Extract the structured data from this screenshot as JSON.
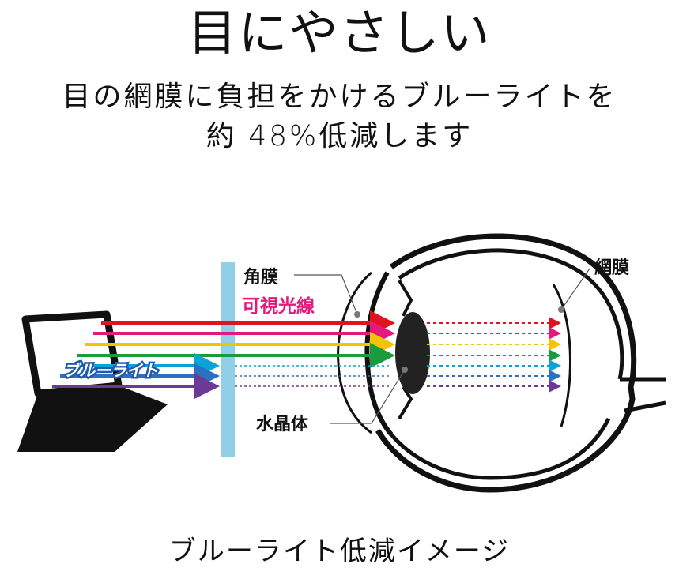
{
  "header": {
    "title": "目にやさしい",
    "subtitle_line1": "目の網膜に負担をかけるブルーライトを",
    "subtitle_line2": "約 48%低減します"
  },
  "diagram": {
    "labels": {
      "cornea": "角膜",
      "visible_light": "可視光線",
      "blue_light": "ブルーライト",
      "lens": "水晶体",
      "retina": "網膜"
    },
    "colors": {
      "visible_light_label": "#e5197d",
      "filter": "#8fd0e8",
      "red": "#e0141e",
      "pink": "#e5197d",
      "yellow": "#f5c400",
      "green": "#1a9b3c",
      "cyan": "#0aa3d9",
      "blue": "#2d6fc2",
      "purple": "#6a3a96"
    },
    "rays": [
      {
        "color": "red"
      },
      {
        "color": "pink"
      },
      {
        "color": "yellow"
      },
      {
        "color": "green"
      },
      {
        "color": "cyan"
      },
      {
        "color": "blue"
      },
      {
        "color": "purple"
      }
    ]
  },
  "caption": "ブルーライト低減イメージ"
}
